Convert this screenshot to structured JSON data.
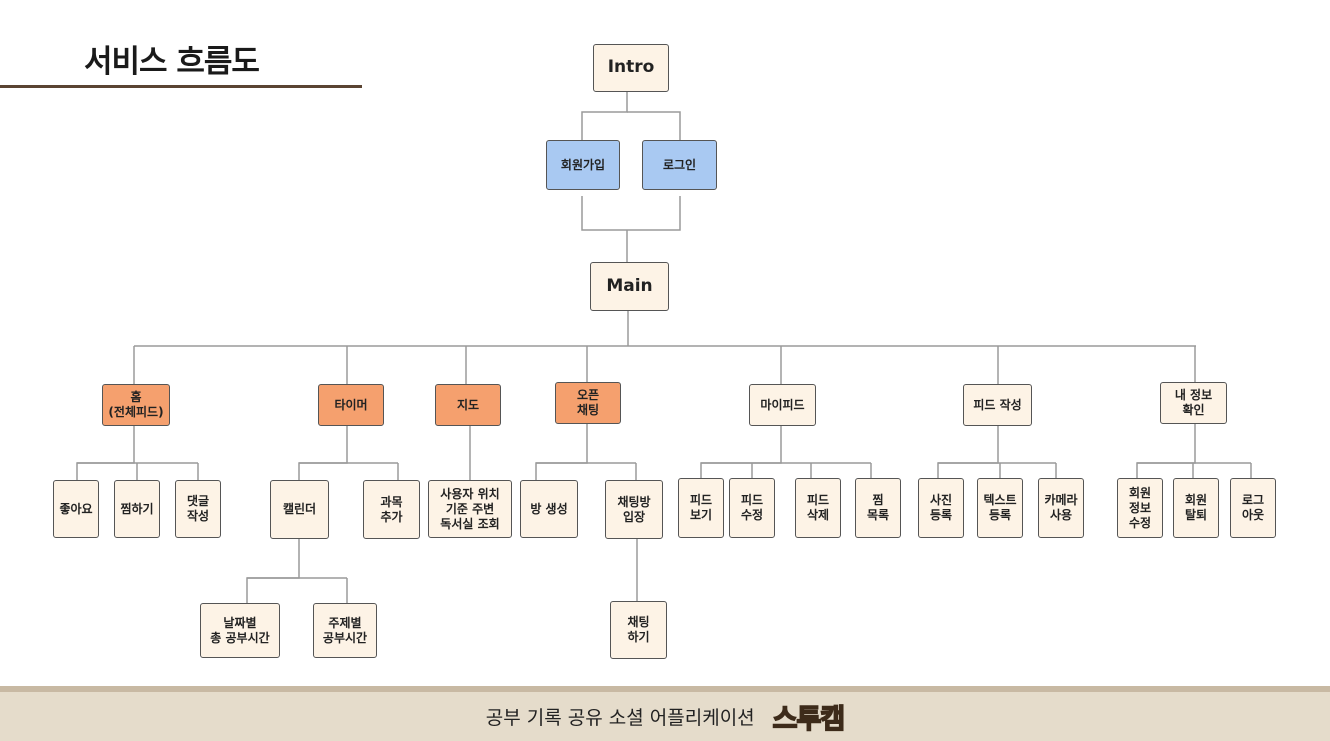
{
  "page": {
    "title": "서비스 흐름도"
  },
  "nodes": {
    "intro": "Intro",
    "signup": "회원가입",
    "login": "로그인",
    "main": "Main",
    "home": "홈\n(전체피드)",
    "timer": "타이머",
    "map": "지도",
    "openchat": "오픈\n채팅",
    "myfeed": "마이피드",
    "feedwrite": "피드 작성",
    "myinfo": "내 정보\n확인",
    "like": "좋아요",
    "bookmark": "찜하기",
    "comment": "댓글\n작성",
    "calendar": "캘린더",
    "addsubject": "과목\n추가",
    "nearby": "사용자 위치\n기준 주변\n독서실 조회",
    "roomcreate": "방 생성",
    "roomenter": "채팅방\n입장",
    "chat": "채팅\n하기",
    "feedview": "피드\n보기",
    "feededit": "피드\n수정",
    "feeddelete": "피드\n삭제",
    "bookmarklist": "찜\n목록",
    "photo": "사진\n등록",
    "text": "텍스트\n등록",
    "camera": "카메라\n사용",
    "editinfo": "회원\n정보\n수정",
    "withdraw": "회원\n탈퇴",
    "logout": "로그\n아웃",
    "daily": "날짜별\n총 공부시간",
    "bysubject": "주제별\n공부시간"
  },
  "footer": {
    "text": "공부 기록 공유 소셜 어플리케이션",
    "brand": "스투캠"
  },
  "colors": {
    "auth": "#a9c9f2",
    "category": "#f5a06e",
    "default": "#fdf3e6",
    "line": "#9a9a9a"
  }
}
